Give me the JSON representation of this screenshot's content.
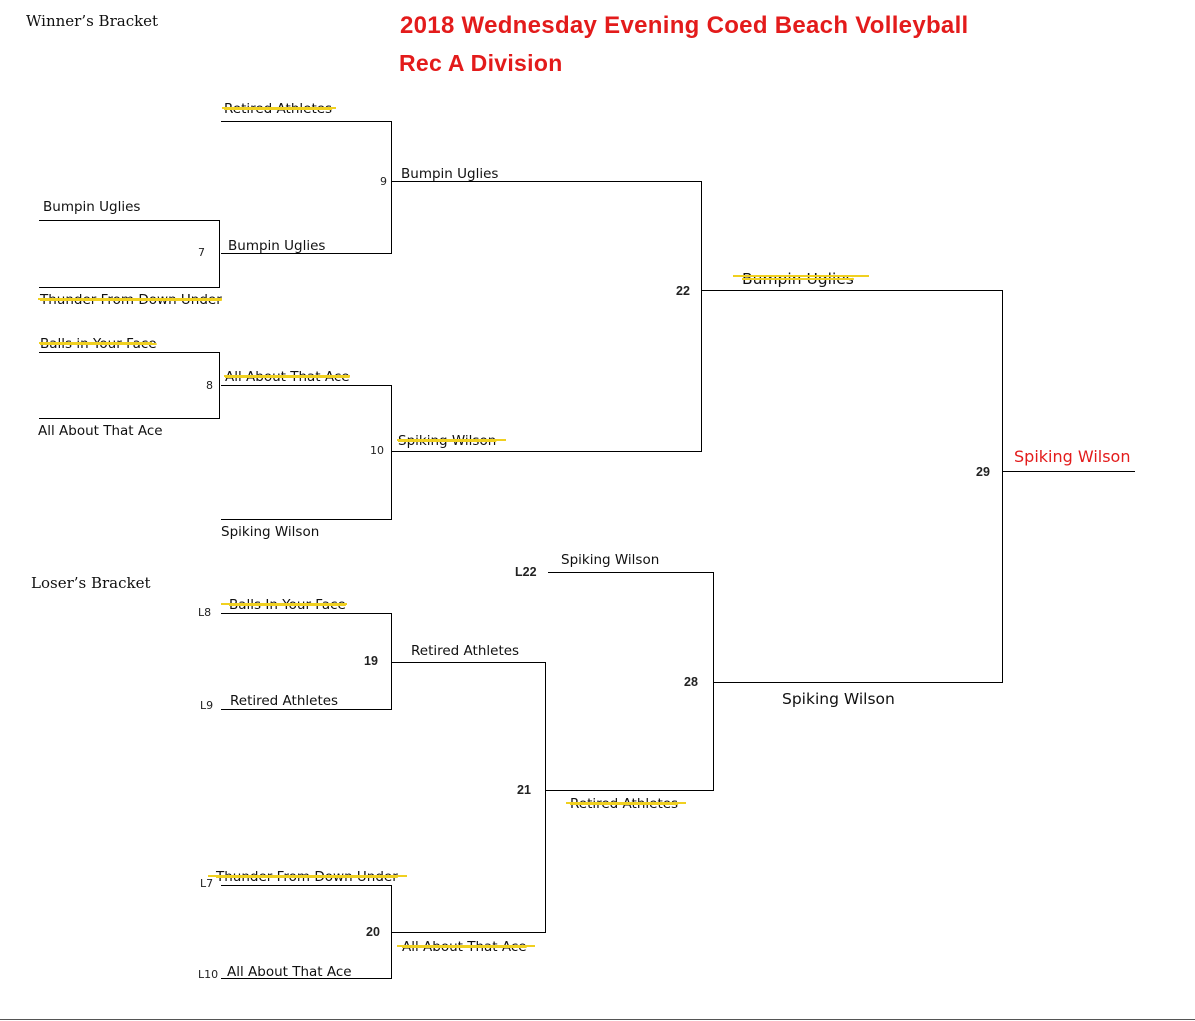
{
  "header": {
    "title": "2018 Wednesday Evening Coed Beach Volleyball",
    "subtitle": "Rec A Division"
  },
  "sections": {
    "winners": "Winner’s Bracket",
    "losers": "Loser’s Bracket"
  },
  "games": {
    "g7": "7",
    "g8": "8",
    "g9": "9",
    "g10": "10",
    "g19": "19",
    "g20": "20",
    "g21": "21",
    "g22": "22",
    "g28": "28",
    "g29": "29",
    "l7": "L7",
    "l8": "L8",
    "l9": "L9",
    "l10": "L10",
    "l22": "L22"
  },
  "winners_bracket": {
    "r1_bumpin": "Bumpin Uglies",
    "r1_thunder": "Thunder From Down Under",
    "r1_balls": "Balls in Your Face",
    "r1_ace": "All About That Ace",
    "r1_retired": "Retired Athletes",
    "r2_bumpin": "Bumpin Uglies",
    "r2_ace": "All About That Ace",
    "r1_spiking": "Spiking Wilson",
    "r3_bumpin": "Bumpin Uglies",
    "r3_spiking": "Spiking Wilson",
    "r4_bumpin": "Bumpin Uglies"
  },
  "losers_bracket": {
    "l22_spiking": "Spiking Wilson",
    "l8_balls": "Balls In Your Face",
    "l9_retired": "Retired Athletes",
    "w19_retired": "Retired Athletes",
    "l7_thunder": "Thunder From Down Under",
    "l10_ace": "All About That Ace",
    "w20_ace": "All About That Ace",
    "w21_retired": "Retired Athletes",
    "w28_spiking": "Spiking Wilson"
  },
  "champion": "Spiking Wilson"
}
